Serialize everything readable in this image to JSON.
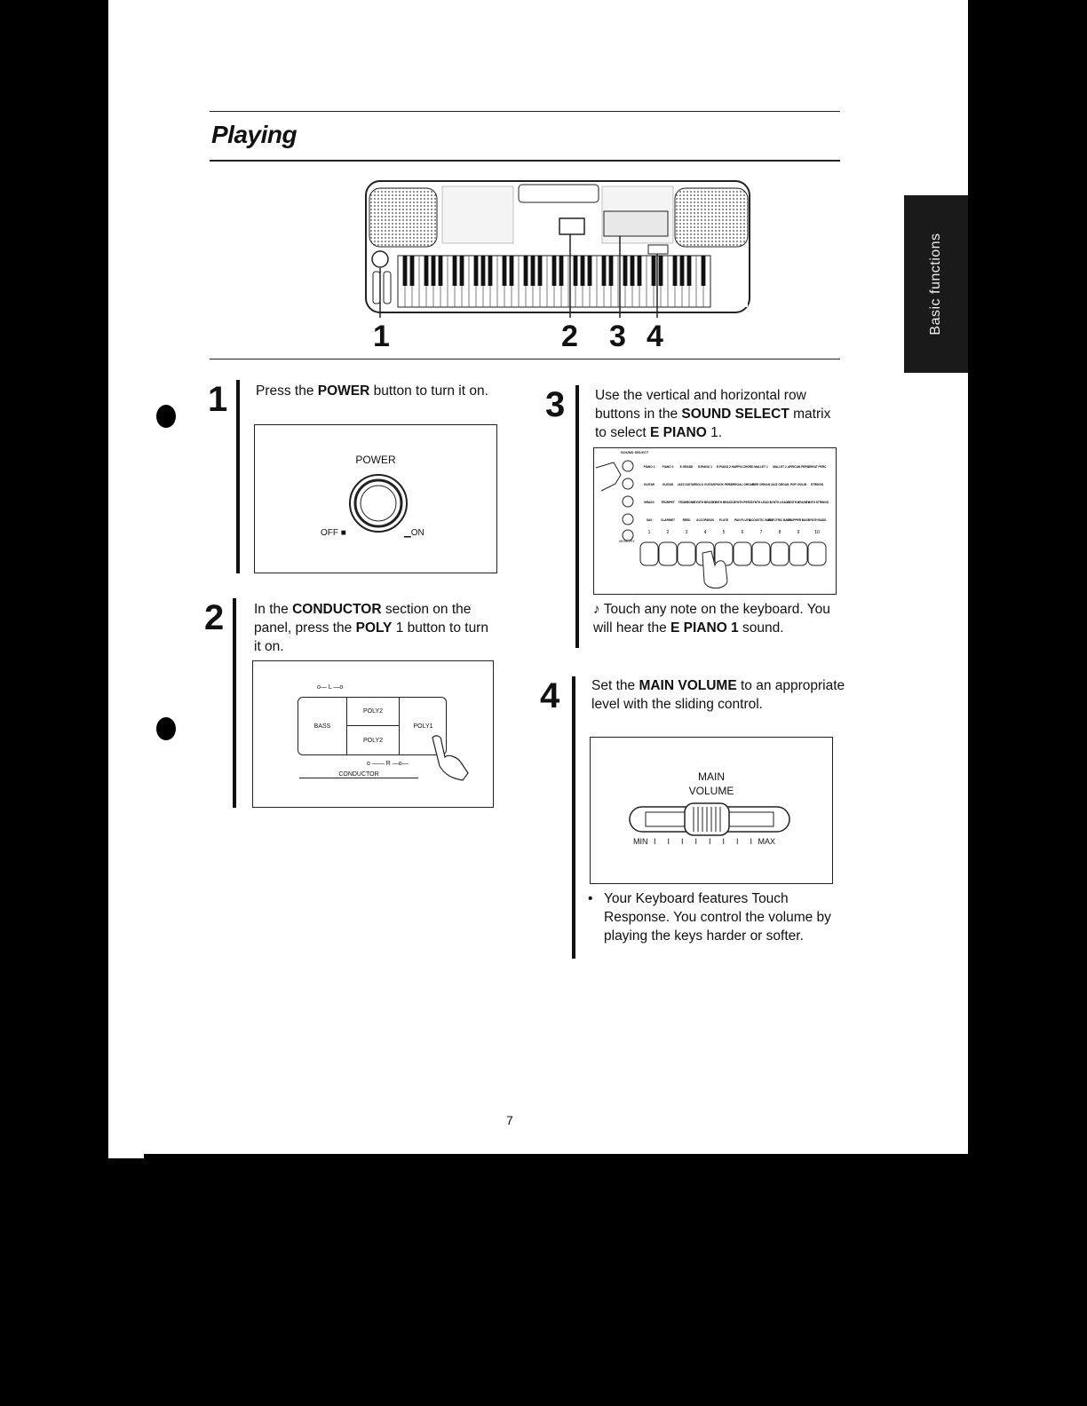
{
  "title": "Playing",
  "side_tab": "Basic functions",
  "page_number": "7",
  "overview_figure": {
    "callouts": [
      "1",
      "2",
      "3",
      "4"
    ]
  },
  "steps": {
    "s1": {
      "number": "1",
      "pre": "Press the ",
      "bold": "POWER",
      "post": " button to turn it on.",
      "figure": {
        "label": "POWER",
        "off": "OFF",
        "on": "ON"
      }
    },
    "s2": {
      "number": "2",
      "pre": "In the ",
      "bold1": "CONDUCTOR",
      "mid": " section on the panel, press the ",
      "bold2": "POLY",
      "post": " 1 button to turn it on.",
      "figure": {
        "l_label": "L",
        "r_label": "R",
        "bass": "BASS",
        "poly2_top": "POLY2",
        "poly2_bottom": "POLY2",
        "poly1": "POLY1",
        "section": "CONDUCTOR"
      }
    },
    "s3": {
      "number": "3",
      "pre": "Use the vertical and horizontal row buttons in the ",
      "bold1": "SOUND SELECT",
      "mid": " matrix to select ",
      "bold2": "E PIANO",
      "post": " 1.",
      "figure": {
        "header": "SOUND SELECT",
        "footer": "MEMORY",
        "row1": [
          "PIANO 1",
          "PIANO 2",
          "E.GRAND",
          "E.PIANO 1",
          "E.PIANO 2",
          "HARPSI-CHORD",
          "MALLET 1",
          "MALLET 2",
          "AFRICAN PERC",
          "GREAT PERC"
        ],
        "row2": [
          "GUITAR",
          "GUITAR",
          "JAZZ GUITAR",
          "SOLO GUITAR",
          "ROCK PERC",
          "SPECIAL ORGAN",
          "PIPE ORGAN",
          "JAZZ ORGAN",
          "POP VIOLIN",
          "STRINGS"
        ],
        "row3": [
          "BRASS",
          "TRUMPET",
          "TROMBONE",
          "SYNTH BRASS 1",
          "SYNTH BRASS 2",
          "SYNTH PERC",
          "SYNTH LEAD 1",
          "SYNTH LEAD 2",
          "SYNTH BRASS 1",
          "SYNTH STRINGS"
        ],
        "row4": [
          "SAX",
          "CLARINET",
          "REED",
          "ACCORDION",
          "FLUTE",
          "PAN FLUTE",
          "ACOUSTIC BASS",
          "ELECTRIC BASS",
          "CHOPPER BASS",
          "SYNTH BASS"
        ],
        "numbers": [
          "1",
          "2",
          "3",
          "4",
          "5",
          "6",
          "7",
          "8",
          "9",
          "10"
        ]
      },
      "note_pre": "Touch any note on the keyboard. You will hear the ",
      "note_bold": "E PIANO 1",
      "note_post": " sound."
    },
    "s4": {
      "number": "4",
      "pre": "Set the ",
      "bold": "MAIN VOLUME",
      "post": " to an appropriate level with the sliding control.",
      "figure": {
        "label1": "MAIN",
        "label2": "VOLUME",
        "min": "MIN",
        "max": "MAX"
      },
      "bullet": "Your Keyboard features Touch Response. You control the volume by playing the keys harder or softer."
    }
  }
}
